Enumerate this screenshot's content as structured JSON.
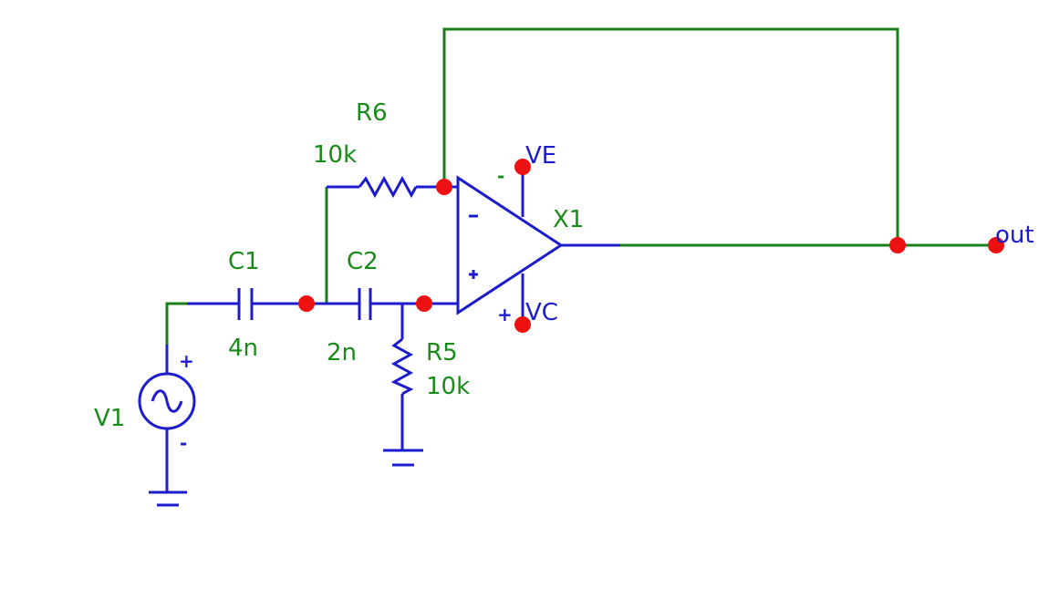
{
  "diagram": {
    "components": {
      "v1": {
        "name": "V1",
        "plus": "+",
        "minus": "-"
      },
      "c1": {
        "name": "C1",
        "value": "4n"
      },
      "c2": {
        "name": "C2",
        "value": "2n"
      },
      "r5": {
        "name": "R5",
        "value": "10k"
      },
      "r6": {
        "name": "R6",
        "value": "10k"
      },
      "x1": {
        "name": "X1",
        "inv": "-",
        "noninv": "+"
      }
    },
    "nets": {
      "ve": {
        "name": "VE",
        "sign": "-"
      },
      "vc": {
        "name": "VC",
        "sign": "+"
      },
      "out": {
        "name": "out"
      }
    },
    "colors": {
      "wire_green": "#1a7f1a",
      "wire_blue": "#1c1ccf",
      "node": "#ee1111",
      "label_green": "#1a8a1a"
    }
  }
}
